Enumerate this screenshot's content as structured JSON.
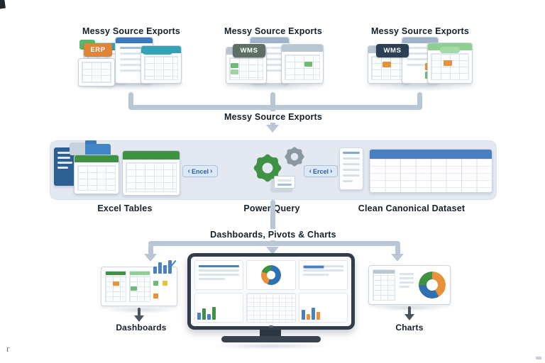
{
  "top": {
    "groups": [
      {
        "title": "Messy Source Exports",
        "badge": "ERP"
      },
      {
        "title": "Messy Source Exports",
        "badge": "WMS"
      },
      {
        "title": "Messy Source Exports",
        "badge": "WMS"
      }
    ],
    "merge_label": "Messy Source Exports"
  },
  "pipeline": {
    "excel_tables_label": "Excel Tables",
    "power_query_label": "Power Query",
    "clean_dataset_label": "Clean Canonical Dataset",
    "flow_in_label": "Encel",
    "flow_out_label": "Ercel"
  },
  "outputs": {
    "branch_label": "Dashboards, Pivots & Charts",
    "dashboards_label": "Dashboards",
    "charts_label": "Charts"
  },
  "icons": {
    "chevron_left": "‹",
    "chevron_right": "›"
  },
  "stray_mark": "r",
  "colors": {
    "connector": "#b9c6d6",
    "excel_green": "#3f9143",
    "accent_blue": "#3a79c0",
    "table_header_blue": "#4a80c2",
    "orange": "#e8913a",
    "teal": "#35a3b5",
    "badge_erp": "#e08438",
    "badge_wms_1": "#5d6e64",
    "badge_wms_2": "#2d3f55",
    "band_bg": "#e4e9f1",
    "bezel": "#323d49",
    "ink": "#15202b"
  }
}
